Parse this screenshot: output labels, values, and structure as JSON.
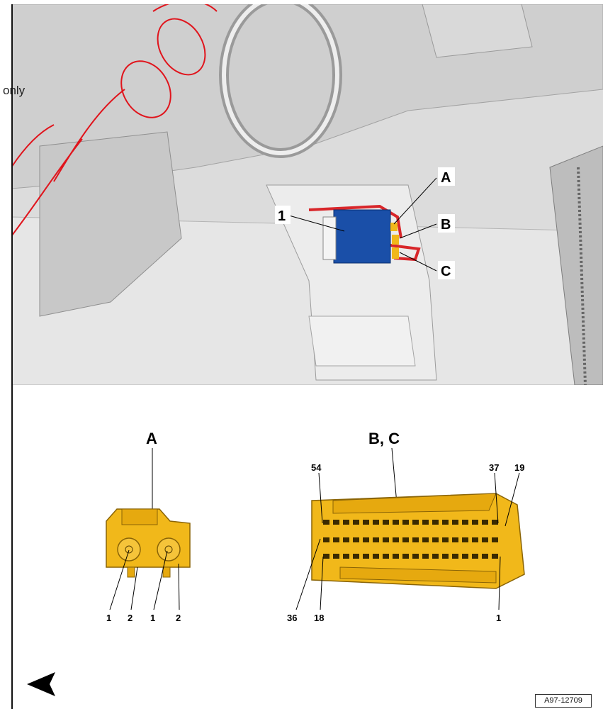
{
  "overlay": {
    "ghost_text": "only"
  },
  "photo": {
    "callouts": {
      "one": "1",
      "a": "A",
      "b": "B",
      "c": "C"
    },
    "colors": {
      "module": "#1a4fa8",
      "wire": "#d8262a",
      "connector": "#f1b81a"
    }
  },
  "connector_a": {
    "title": "A",
    "pins": [
      "1",
      "2",
      "1",
      "2"
    ],
    "color": "#f1b81a"
  },
  "connector_bc": {
    "title": "B, C",
    "pins_top": [
      "54",
      "37",
      "19"
    ],
    "pins_bottom": [
      "36",
      "18",
      "1"
    ],
    "color": "#f1b81a"
  },
  "nav": {
    "icon": "arrow-left-icon"
  },
  "reference": {
    "code": "A97-12709"
  }
}
